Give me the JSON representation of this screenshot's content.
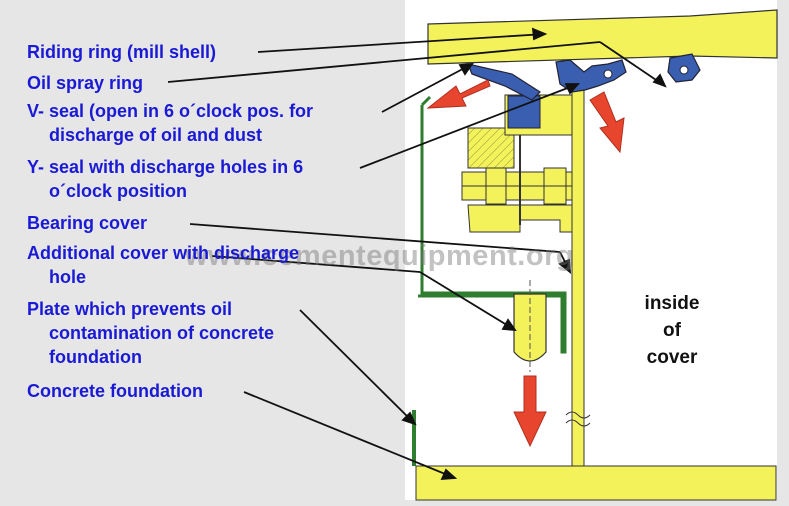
{
  "labels": {
    "riding_ring": "Riding ring (mill shell)",
    "oil_spray_ring": "Oil spray ring",
    "v_seal_line1": "V- seal (open in 6 o´clock pos. for",
    "v_seal_line2": "discharge of oil and dust",
    "y_seal_line1": "Y- seal with discharge holes in 6",
    "y_seal_line2": "o´clock position",
    "bearing_cover": "Bearing cover",
    "additional_cover_line1": "Additional cover with discharge",
    "additional_cover_line2": "hole",
    "plate_line1": "Plate which prevents oil",
    "plate_line2": "contamination of concrete",
    "plate_line3": "foundation",
    "concrete_foundation": "Concrete foundation"
  },
  "inside_text": [
    "inside",
    "of",
    "cover"
  ],
  "watermark": "www.cementequipment.org",
  "colors": {
    "label_text": "#1a1ad6",
    "yellow": "#f4f25a",
    "cover_green": "#2f7d2f",
    "seal_blue": "#3a5fb0",
    "arrow_red": "#e8452e",
    "background": "#e6e6e6"
  }
}
